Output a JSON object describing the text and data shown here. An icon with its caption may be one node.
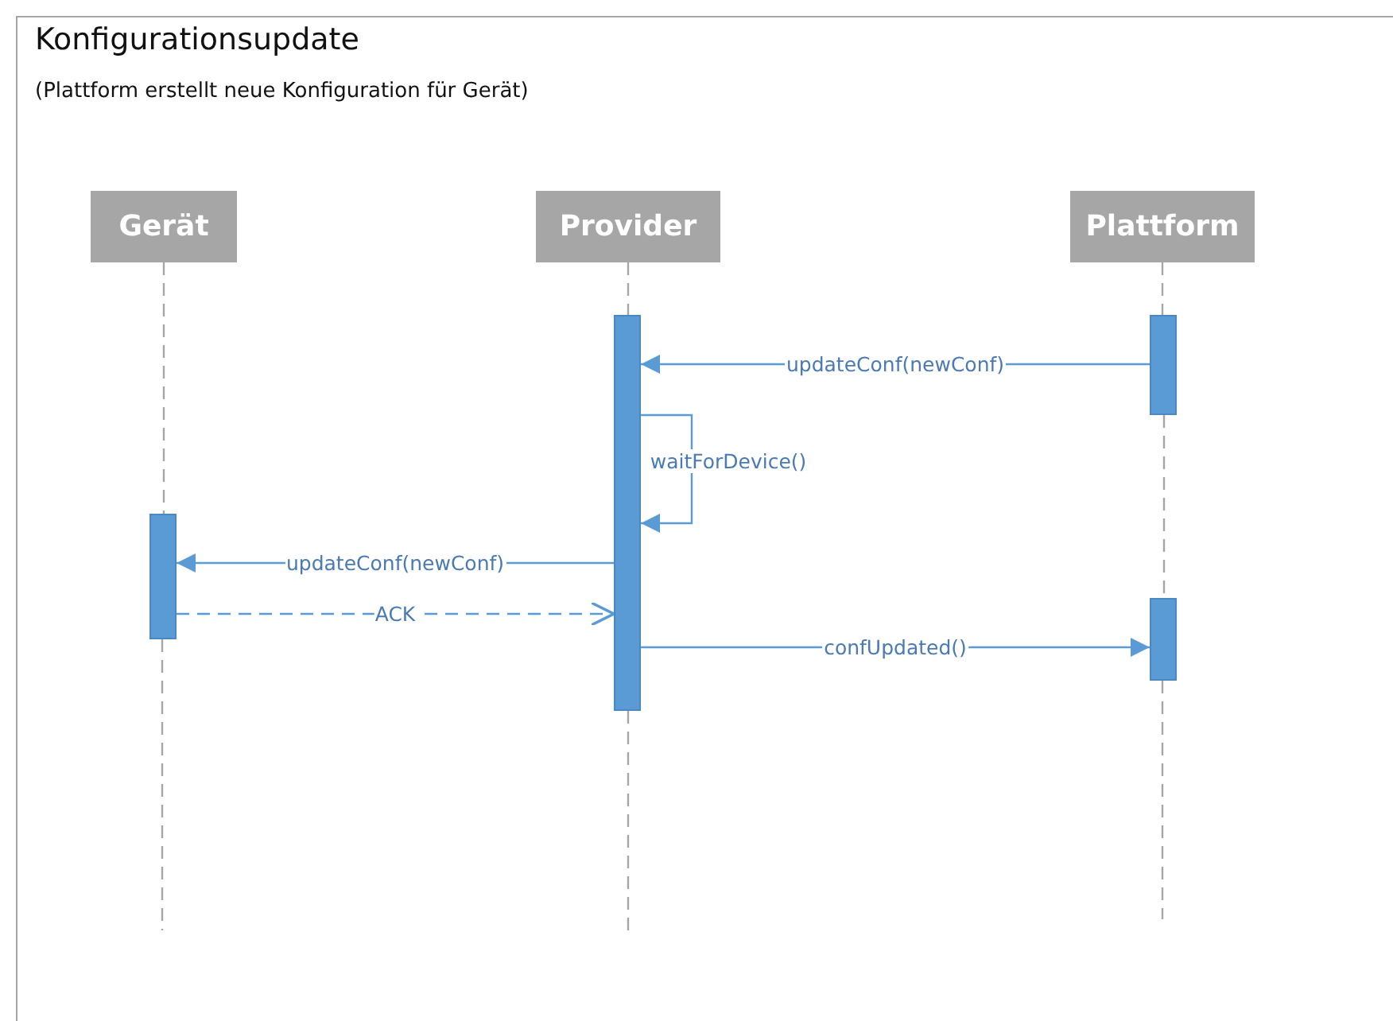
{
  "diagram": {
    "title": "Konfigurationsupdate",
    "labels": [
      "(Plattform erstellt neue Konfiguration für Gerät)"
    ],
    "nodes": [
      {
        "text": [
          "Gerät"
        ]
      },
      {
        "text": [
          "Provider"
        ]
      },
      {
        "text": [
          "Plattform"
        ]
      },
      {
        "text": [],
        "shape": "bar"
      },
      {
        "text": [],
        "shape": "bar"
      },
      {
        "text": [],
        "shape": "bar"
      },
      {
        "text": [],
        "shape": "bar"
      }
    ],
    "edges": [
      {
        "from": 0,
        "to": 3,
        "arrow": "none",
        "style": "dashed",
        "color": "#a6a6a6"
      },
      {
        "from": 1,
        "to": 4,
        "arrow": "none",
        "style": "dashed",
        "color": "#a6a6a6"
      },
      {
        "from": 2,
        "to": 5,
        "arrow": "none",
        "style": "dashed",
        "color": "#a6a6a6"
      },
      {
        "from": 5,
        "to": 6,
        "arrow": "none",
        "style": "dashed",
        "color": "#a6a6a6"
      },
      {
        "from": 5,
        "to": 4,
        "arrow": "to",
        "label": "updateConf(newConf)"
      },
      {
        "from": 4,
        "to": 4,
        "arrow": "to",
        "label": "waitForDevice()"
      },
      {
        "from": 4,
        "to": 3,
        "arrow": "to",
        "label": "updateConf(newConf)"
      },
      {
        "from": 3,
        "to": 4,
        "arrow": "to",
        "label": "ACK",
        "style": "dashed"
      },
      {
        "from": 4,
        "to": 6,
        "arrow": "to",
        "label": "confUpdated()"
      }
    ]
  }
}
